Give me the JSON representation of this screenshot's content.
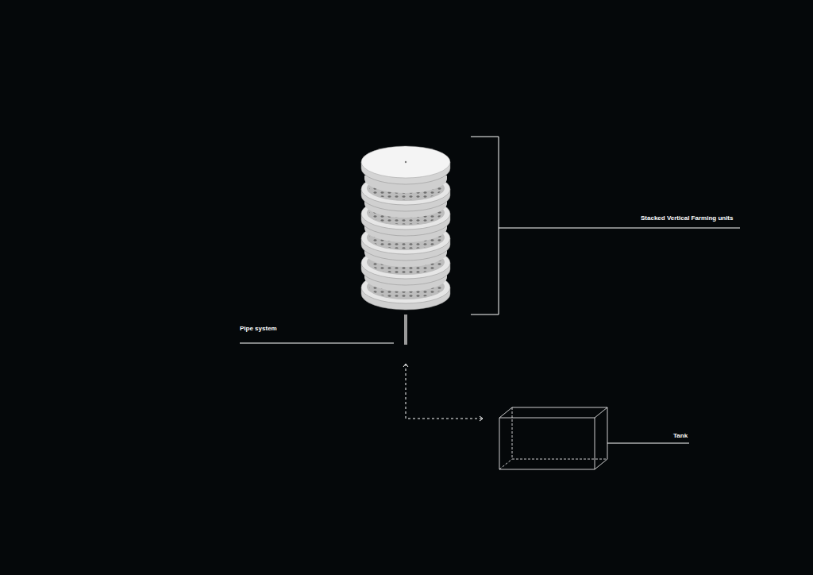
{
  "diagram": {
    "nodes": [
      {
        "text": [
          "Pipe system"
        ]
      },
      {
        "text": [
          "Tank"
        ]
      }
    ],
    "edges": [
      {
        "from": 0,
        "to": 1,
        "arrow": "both"
      }
    ],
    "labels": [
      "Stacked Vertical Farming units"
    ]
  }
}
